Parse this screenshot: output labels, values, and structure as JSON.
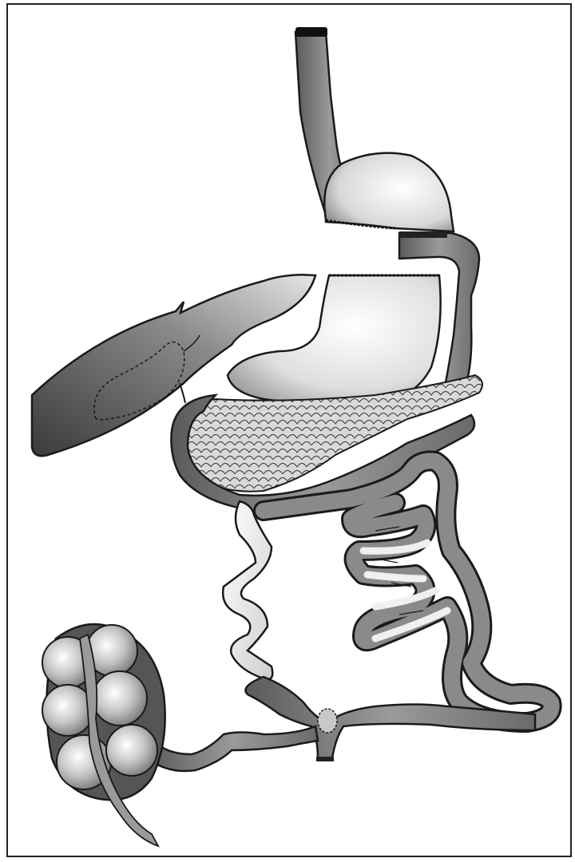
{
  "figure": {
    "colors": {
      "frame": "#222222",
      "ink": "#1a1a1a",
      "gut_fill": "#7a7a7a",
      "gut_light": "#f2f2f2",
      "pancreas_light": "#c8c8c8",
      "colon_fill": "#cfcfcf"
    },
    "parts": [
      "esophagus",
      "gastric-pouch",
      "excluded-stomach",
      "liver",
      "pancreas",
      "small-intestine",
      "colon",
      "anastomosis"
    ]
  }
}
